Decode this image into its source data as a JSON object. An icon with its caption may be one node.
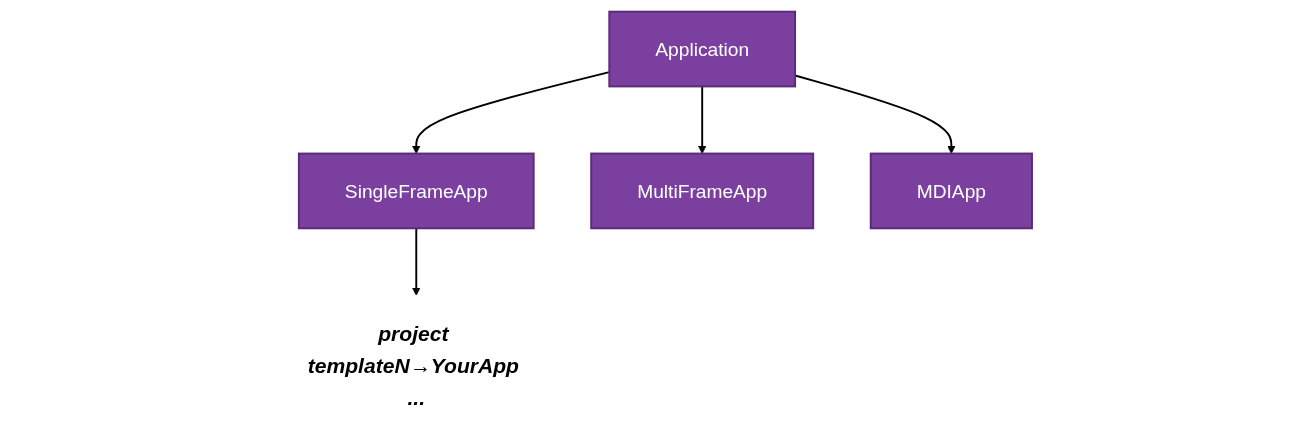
{
  "diagram": {
    "nodes": [
      {
        "text": [
          "Application"
        ]
      },
      {
        "text": [
          "SingleFrameApp"
        ]
      },
      {
        "text": [
          "MultiFrameApp"
        ]
      },
      {
        "text": [
          "MDIApp"
        ]
      },
      {
        "text": [
          "project templateN→YourApp ..."
        ]
      }
    ],
    "edges": [
      {
        "from": 0,
        "to": 1,
        "arrow": "to"
      },
      {
        "from": 0,
        "to": 2,
        "arrow": "to"
      },
      {
        "from": 0,
        "to": 3,
        "arrow": "to"
      },
      {
        "from": 1,
        "to": 4,
        "arrow": "to"
      }
    ]
  }
}
